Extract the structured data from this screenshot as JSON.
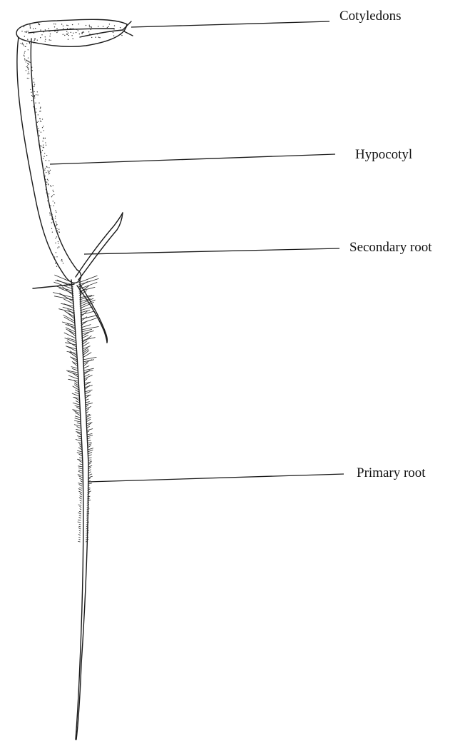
{
  "labels": {
    "cotyledons": "Cotyledons",
    "hypocotyl": "Hypocotyl",
    "secondary_root": "Secondary root",
    "primary_root": "Primary root"
  }
}
